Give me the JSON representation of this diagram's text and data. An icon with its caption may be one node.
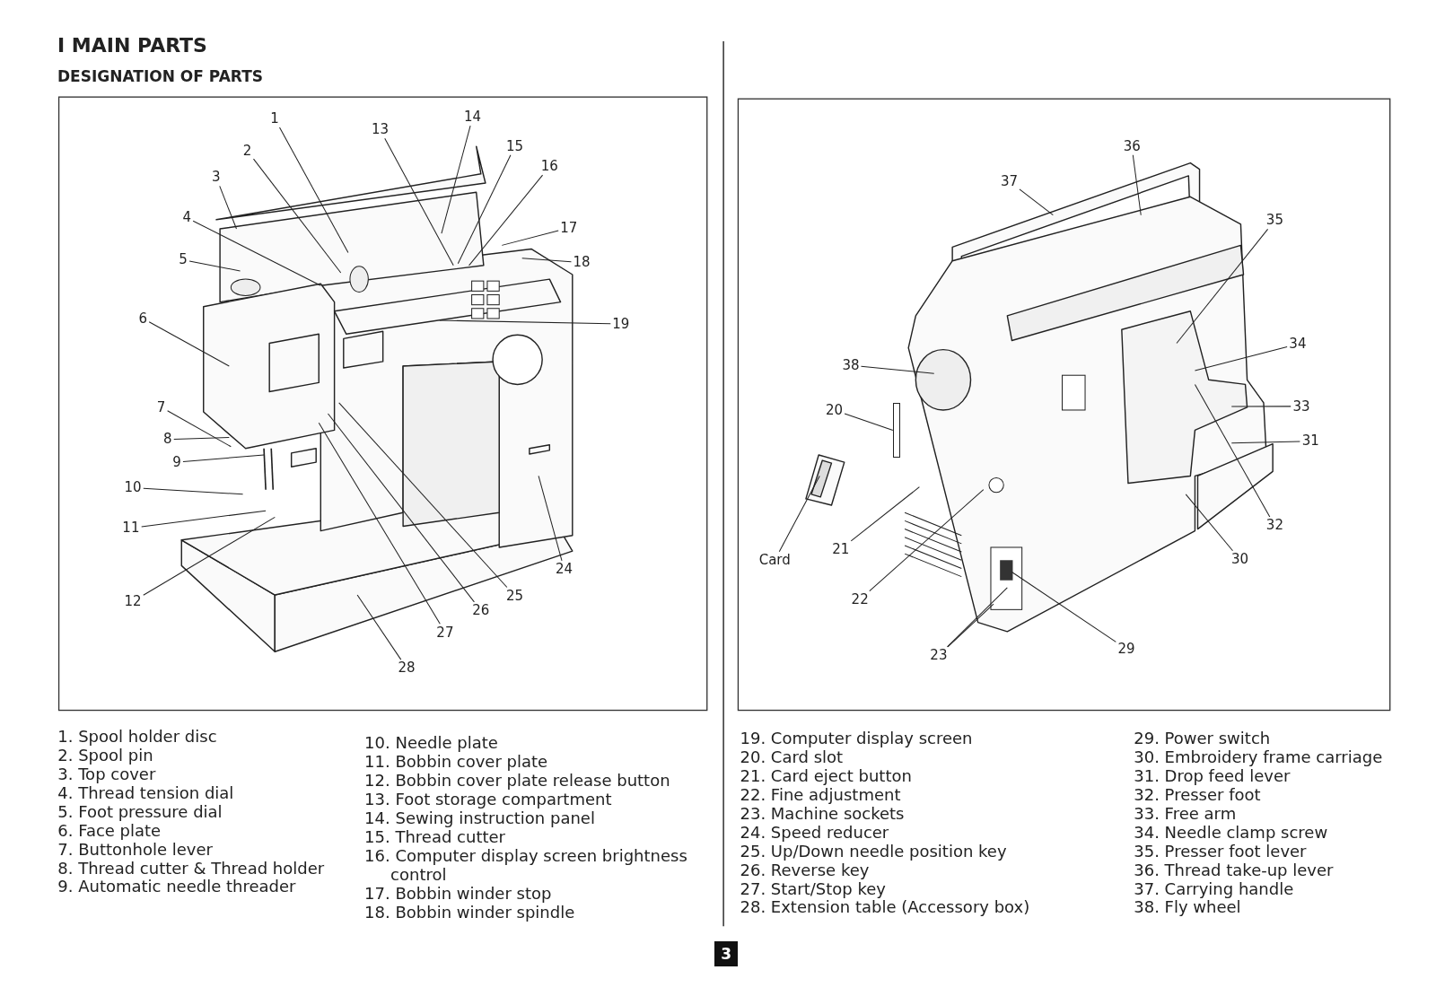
{
  "diagram": {
    "title": "I MAIN PARTS",
    "nodes": [
      {
        "text": [
          "1"
        ]
      },
      {
        "text": [
          "2"
        ]
      },
      {
        "text": [
          "3"
        ]
      },
      {
        "text": [
          "4"
        ]
      },
      {
        "text": [
          "5"
        ]
      },
      {
        "text": [
          "6"
        ]
      },
      {
        "text": [
          "7"
        ]
      },
      {
        "text": [
          "8"
        ]
      },
      {
        "text": [
          "9"
        ]
      },
      {
        "text": [
          "10"
        ]
      },
      {
        "text": [
          "11"
        ]
      },
      {
        "text": [
          "12"
        ]
      },
      {
        "text": [
          "13"
        ]
      },
      {
        "text": [
          "14"
        ]
      },
      {
        "text": [
          "15"
        ]
      },
      {
        "text": [
          "16"
        ]
      },
      {
        "text": [
          "17"
        ]
      },
      {
        "text": [
          "18"
        ]
      },
      {
        "text": [
          "19"
        ]
      },
      {
        "text": [
          "20"
        ]
      },
      {
        "text": [
          "21"
        ]
      },
      {
        "text": [
          "22"
        ]
      },
      {
        "text": [
          "23"
        ]
      },
      {
        "text": [
          "24"
        ]
      },
      {
        "text": [
          "25"
        ]
      },
      {
        "text": [
          "26"
        ]
      },
      {
        "text": [
          "27"
        ]
      },
      {
        "text": [
          "28"
        ]
      },
      {
        "text": [
          "29"
        ]
      },
      {
        "text": [
          "30"
        ]
      },
      {
        "text": [
          "31"
        ]
      },
      {
        "text": [
          "32"
        ]
      },
      {
        "text": [
          "33"
        ]
      },
      {
        "text": [
          "34"
        ]
      },
      {
        "text": [
          "35"
        ]
      },
      {
        "text": [
          "36"
        ]
      },
      {
        "text": [
          "37"
        ]
      },
      {
        "text": [
          "38"
        ]
      },
      {
        "text": [
          "Card"
        ]
      },
      {
        "text": [],
        "shape": "bar"
      }
    ],
    "edges": [
      {
        "from": 0,
        "to": null,
        "arrow": "none"
      },
      {
        "from": 1,
        "to": null,
        "arrow": "none"
      },
      {
        "from": 2,
        "to": null,
        "arrow": "none"
      },
      {
        "from": 3,
        "to": null,
        "arrow": "none"
      },
      {
        "from": 4,
        "to": null,
        "arrow": "none"
      },
      {
        "from": 5,
        "to": null,
        "arrow": "none"
      },
      {
        "from": 6,
        "to": null,
        "arrow": "none"
      },
      {
        "from": 7,
        "to": null,
        "arrow": "none"
      },
      {
        "from": 8,
        "to": null,
        "arrow": "none"
      },
      {
        "from": 9,
        "to": null,
        "arrow": "none"
      },
      {
        "from": 10,
        "to": null,
        "arrow": "none"
      },
      {
        "from": 11,
        "to": null,
        "arrow": "none"
      },
      {
        "from": 12,
        "to": null,
        "arrow": "none"
      },
      {
        "from": 13,
        "to": null,
        "arrow": "none"
      },
      {
        "from": 14,
        "to": null,
        "arrow": "none"
      },
      {
        "from": 15,
        "to": null,
        "arrow": "none"
      },
      {
        "from": 16,
        "to": null,
        "arrow": "none"
      },
      {
        "from": 17,
        "to": null,
        "arrow": "none"
      },
      {
        "from": 18,
        "to": null,
        "arrow": "none"
      },
      {
        "from": 19,
        "to": 39,
        "arrow": "none"
      },
      {
        "from": 20,
        "to": null,
        "arrow": "none"
      },
      {
        "from": 21,
        "to": null,
        "arrow": "none"
      },
      {
        "from": 22,
        "to": null,
        "arrow": "none"
      },
      {
        "from": 22,
        "to": null,
        "arrow": "none"
      },
      {
        "from": 23,
        "to": null,
        "arrow": "none"
      },
      {
        "from": 24,
        "to": null,
        "arrow": "none"
      },
      {
        "from": 25,
        "to": null,
        "arrow": "none"
      },
      {
        "from": 26,
        "to": null,
        "arrow": "none"
      },
      {
        "from": 27,
        "to": null,
        "arrow": "none"
      },
      {
        "from": 28,
        "to": null,
        "arrow": "none"
      },
      {
        "from": 29,
        "to": null,
        "arrow": "none"
      },
      {
        "from": 30,
        "to": null,
        "arrow": "none"
      },
      {
        "from": 31,
        "to": null,
        "arrow": "none"
      },
      {
        "from": 32,
        "to": null,
        "arrow": "none"
      },
      {
        "from": 33,
        "to": null,
        "arrow": "none"
      },
      {
        "from": 34,
        "to": null,
        "arrow": "none"
      },
      {
        "from": 35,
        "to": null,
        "arrow": "none"
      },
      {
        "from": 36,
        "to": null,
        "arrow": "none"
      },
      {
        "from": 37,
        "to": null,
        "arrow": "none"
      },
      {
        "from": 38,
        "to": null,
        "arrow": "none"
      }
    ],
    "labels": [
      "DESIGNATION OF PARTS",
      "1. Spool holder disc",
      "2. Spool pin",
      "3. Top cover",
      "4. Thread tension dial",
      "5. Foot pressure dial",
      "6. Face plate",
      "7. Buttonhole lever",
      "8. Thread cutter & Thread holder",
      "9. Automatic needle threader",
      "10. Needle plate",
      "11. Bobbin cover plate",
      "12. Bobbin cover plate release button",
      "13. Foot storage compartment",
      "14. Sewing instruction panel",
      "15. Thread cutter",
      "16. Computer display screen brightness control",
      "17. Bobbin winder stop",
      "18. Bobbin winder spindle",
      "19. Computer display screen",
      "20. Card slot",
      "21. Card eject button",
      "22. Fine adjustment",
      "23. Machine sockets",
      "24. Speed reducer",
      "25. Up/Down needle position key",
      "26. Reverse key",
      "27. Start/Stop key",
      "28. Extension table (Accessory box)",
      "29. Power switch",
      "30. Embroidery frame carriage",
      "31. Drop feed lever",
      "32. Presser foot",
      "33. Free arm",
      "34. Needle clamp screw",
      "35. Presser foot lever",
      "36. Thread take-up lever",
      "37. Carrying handle",
      "38. Fly wheel",
      "3"
    ]
  }
}
